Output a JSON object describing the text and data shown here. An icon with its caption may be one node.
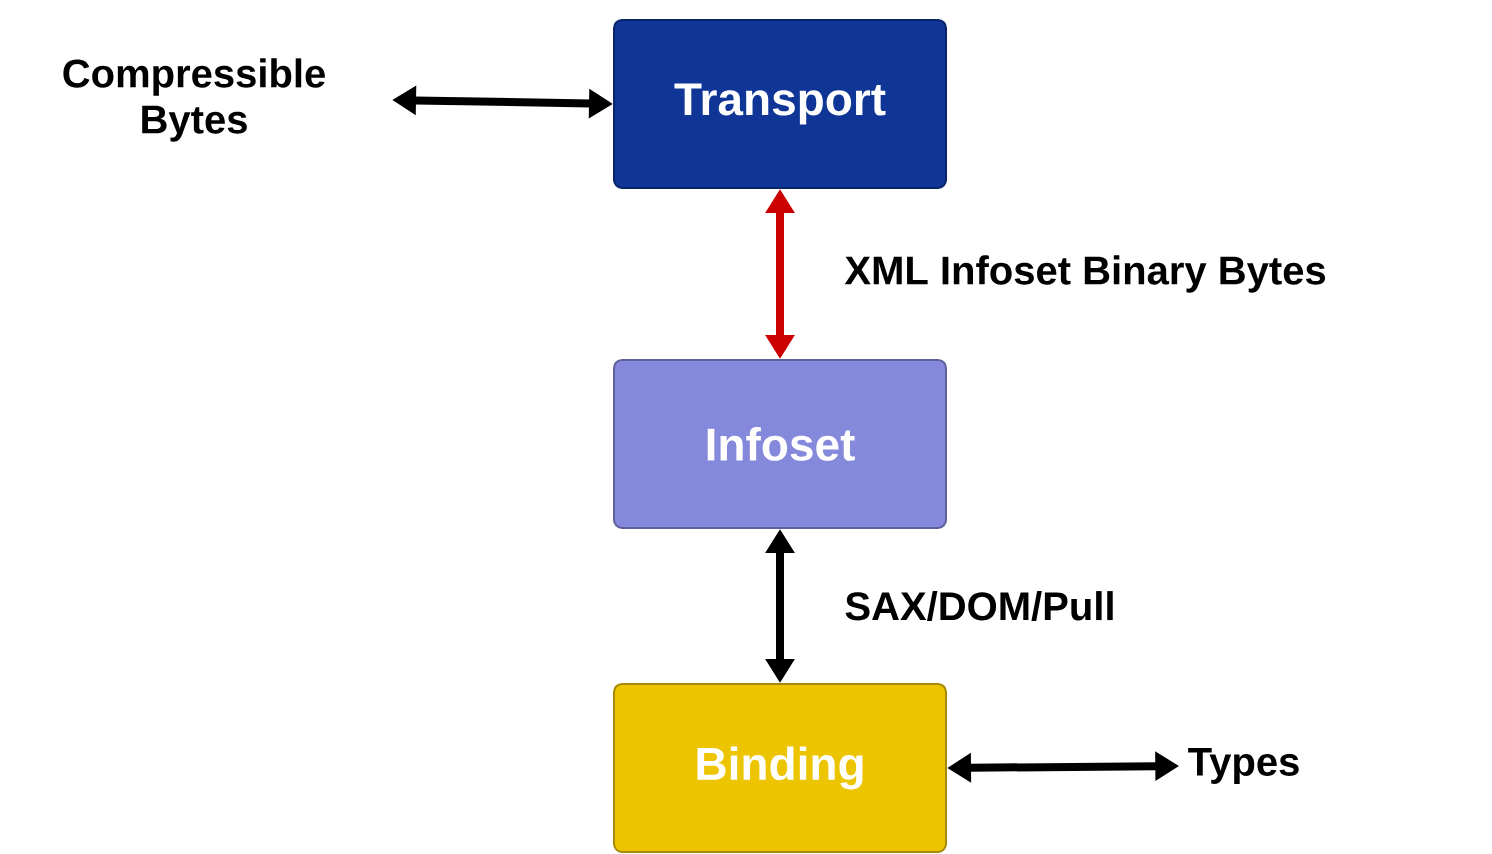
{
  "diagram": {
    "nodes": [
      {
        "text": [
          "Compressible Bytes"
        ]
      },
      {
        "text": [
          "Transport"
        ]
      },
      {
        "text": [
          "Infoset"
        ]
      },
      {
        "text": [
          "Binding"
        ]
      },
      {
        "text": [
          "Types"
        ]
      }
    ],
    "edges": [
      {
        "from": 0,
        "to": 1,
        "arrow": "both"
      },
      {
        "from": 1,
        "to": 2,
        "arrow": "both",
        "label": "XML Infoset Binary Bytes",
        "color": "#cc0000"
      },
      {
        "from": 2,
        "to": 3,
        "arrow": "both",
        "label": "SAX/DOM/Pull"
      },
      {
        "from": 3,
        "to": 4,
        "arrow": "both"
      }
    ]
  }
}
